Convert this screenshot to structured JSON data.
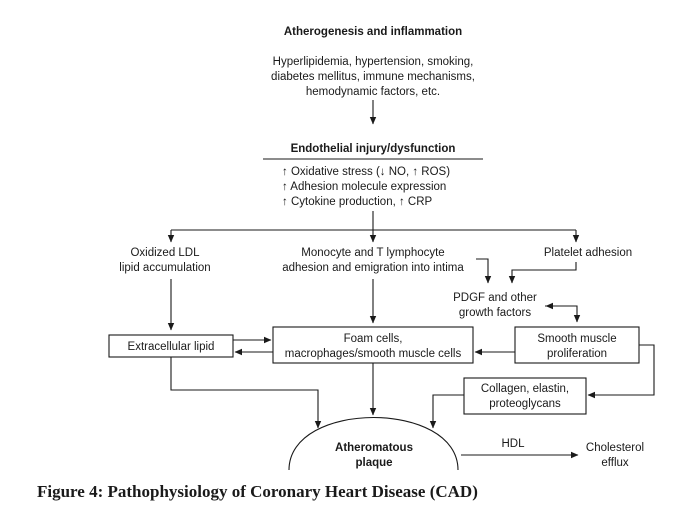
{
  "diagram": {
    "title": "Atherogenesis and inflammation",
    "risk_factors": [
      "Hyperlipidemia, hypertension, smoking,",
      "diabetes mellitus, immune mechanisms,",
      "hemodynamic factors, etc."
    ],
    "endothelial_title": "Endothelial injury/dysfunction",
    "endothelial_items": [
      "↑ Oxidative stress (↓ NO, ↑ ROS)",
      "↑ Adhesion molecule expression",
      "↑ Cytokine production, ↑ CRP"
    ],
    "oxidized_ldl": [
      "Oxidized LDL",
      "lipid accumulation"
    ],
    "monocyte": [
      "Monocyte and T lymphocyte",
      "adhesion and emigration into intima"
    ],
    "platelet": "Platelet adhesion",
    "pdgf": [
      "PDGF and other",
      "growth factors"
    ],
    "extracellular_lipid": "Extracellular lipid",
    "foam_cells": [
      "Foam cells,",
      "macrophages/smooth muscle cells"
    ],
    "smooth_muscle": [
      "Smooth muscle",
      "proliferation"
    ],
    "collagen": [
      "Collagen, elastin,",
      "proteoglycans"
    ],
    "plaque": [
      "Atheromatous",
      "plaque"
    ],
    "hdl": "HDL",
    "cholesterol_efflux": [
      "Cholesterol",
      "efflux"
    ],
    "caption": "Figure 4: Pathophysiology of Coronary Heart Disease (CAD)"
  }
}
